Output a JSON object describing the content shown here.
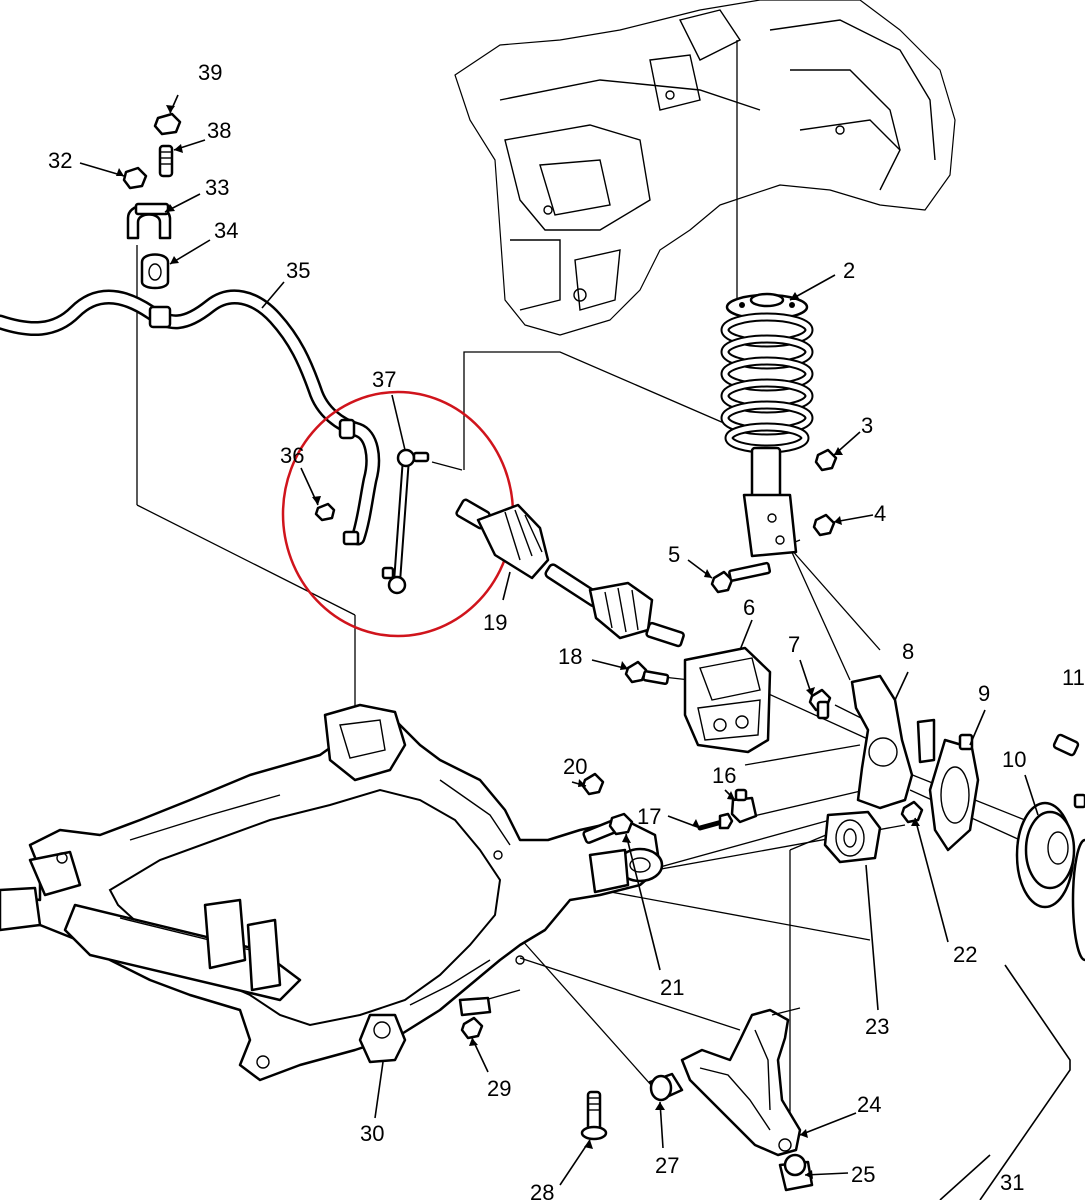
{
  "diagram": {
    "highlight_color": "#d0141c",
    "callouts": [
      {
        "id": "c1",
        "label": "2"
      },
      {
        "id": "c2",
        "label": "3"
      },
      {
        "id": "c3",
        "label": "4"
      },
      {
        "id": "c4",
        "label": "5"
      },
      {
        "id": "c5",
        "label": "6"
      },
      {
        "id": "c6",
        "label": "7"
      },
      {
        "id": "c7",
        "label": "8"
      },
      {
        "id": "c8",
        "label": "9"
      },
      {
        "id": "c9",
        "label": "10"
      },
      {
        "id": "c10",
        "label": "11"
      },
      {
        "id": "c11",
        "label": "16"
      },
      {
        "id": "c12",
        "label": "17"
      },
      {
        "id": "c13",
        "label": "18"
      },
      {
        "id": "c14",
        "label": "19"
      },
      {
        "id": "c15",
        "label": "20"
      },
      {
        "id": "c16",
        "label": "21"
      },
      {
        "id": "c17",
        "label": "22"
      },
      {
        "id": "c18",
        "label": "23"
      },
      {
        "id": "c19",
        "label": "24"
      },
      {
        "id": "c20",
        "label": "25"
      },
      {
        "id": "c21",
        "label": "27"
      },
      {
        "id": "c22",
        "label": "28"
      },
      {
        "id": "c23",
        "label": "29"
      },
      {
        "id": "c24",
        "label": "30"
      },
      {
        "id": "c25",
        "label": "31"
      },
      {
        "id": "c26",
        "label": "32"
      },
      {
        "id": "c27",
        "label": "33"
      },
      {
        "id": "c28",
        "label": "34"
      },
      {
        "id": "c29",
        "label": "35"
      },
      {
        "id": "c30",
        "label": "36"
      },
      {
        "id": "c31",
        "label": "37"
      },
      {
        "id": "c32",
        "label": "38"
      },
      {
        "id": "c33",
        "label": "39"
      }
    ]
  }
}
